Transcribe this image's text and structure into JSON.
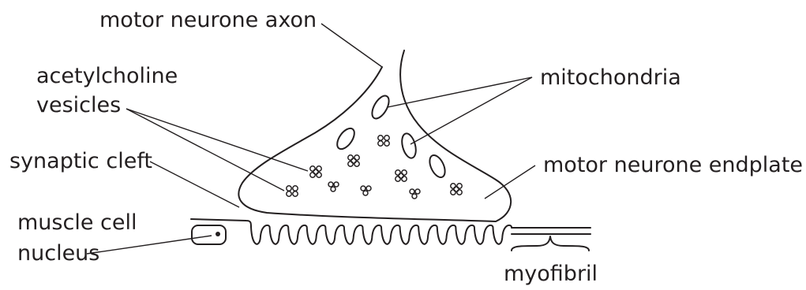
{
  "labels": {
    "motor_neurone_axon": "motor neurone axon",
    "acetylcholine_line1": "acetylcholine",
    "acetylcholine_line2": "vesicles",
    "mitochondria": "mitochondria",
    "synaptic_cleft": "synaptic cleft",
    "motor_neurone_endplate": "motor neurone endplate",
    "muscle_cell_line1": "muscle cell",
    "muscle_cell_line2": "nucleus",
    "myofibril": "myofibril"
  },
  "colors": {
    "ink": "#231f20",
    "background": "#ffffff"
  }
}
